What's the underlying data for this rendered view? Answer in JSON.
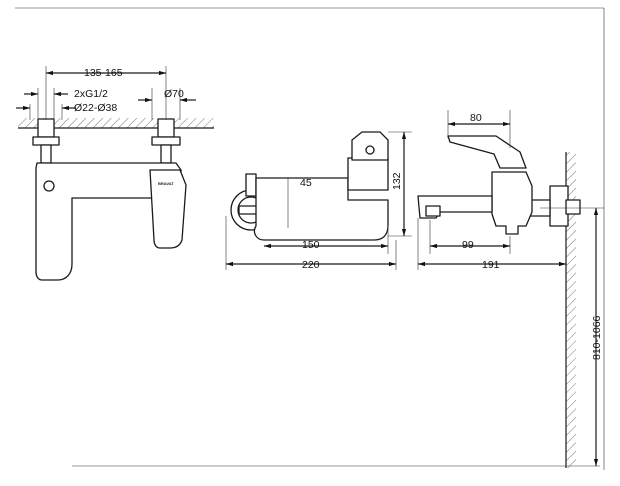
{
  "diagram": {
    "dimensions": {
      "inlet_spacing": "135-165",
      "thread": "2xG1/2",
      "pipe_range": "Ø22-Ø38",
      "flange_diameter": "Ø70",
      "handle_width": "80",
      "height_132": "132",
      "offset_45": "45",
      "body_150": "150",
      "width_220": "220",
      "depth_191": "191",
      "spout_99": "99",
      "install_height": "810-1066"
    },
    "brand_mark": "BRAVAT"
  }
}
